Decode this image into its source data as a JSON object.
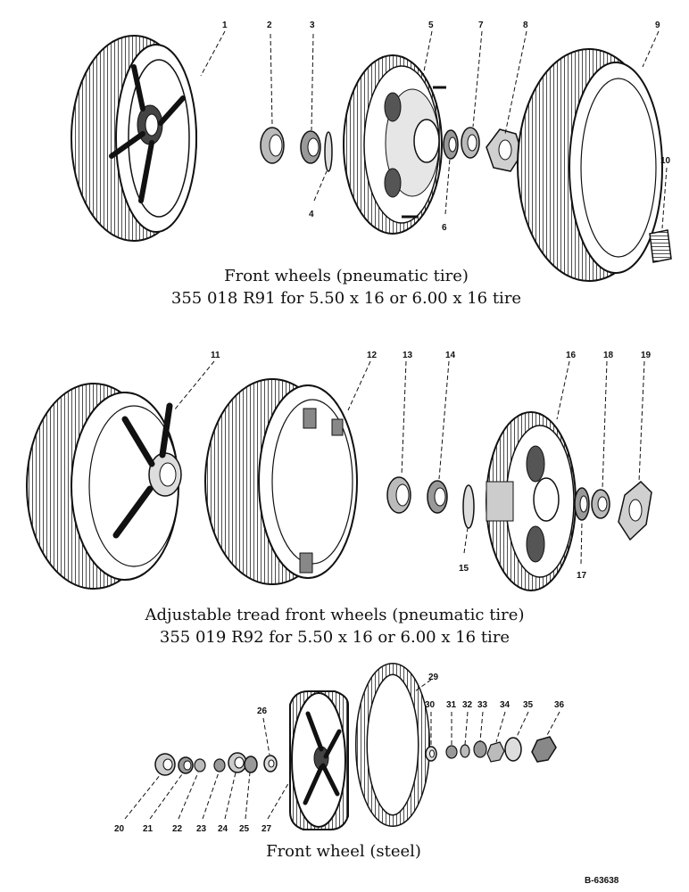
{
  "sections": [
    {
      "caption_line1": "Front wheels (pneumatic tire)",
      "caption_line2": "355 018 R91 for 5.50 x 16 or 6.00 x 16 tire"
    },
    {
      "caption_line1": "Adjustable tread front wheels (pneumatic tire)",
      "caption_line2": "355 019 R92 for 5.50 x 16 or 6.00 x 16 tire"
    },
    {
      "caption_line1": "Front wheel (steel)"
    }
  ],
  "callouts": [
    "1",
    "2",
    "3",
    "4",
    "5",
    "6",
    "7",
    "8",
    "9",
    "10",
    "11",
    "12",
    "13",
    "14",
    "15",
    "16",
    "17",
    "18",
    "19",
    "20",
    "21",
    "22",
    "23",
    "24",
    "25",
    "26",
    "27",
    "29",
    "30",
    "31",
    "32",
    "33",
    "34",
    "35",
    "36"
  ],
  "drawing_code": "B-63638"
}
